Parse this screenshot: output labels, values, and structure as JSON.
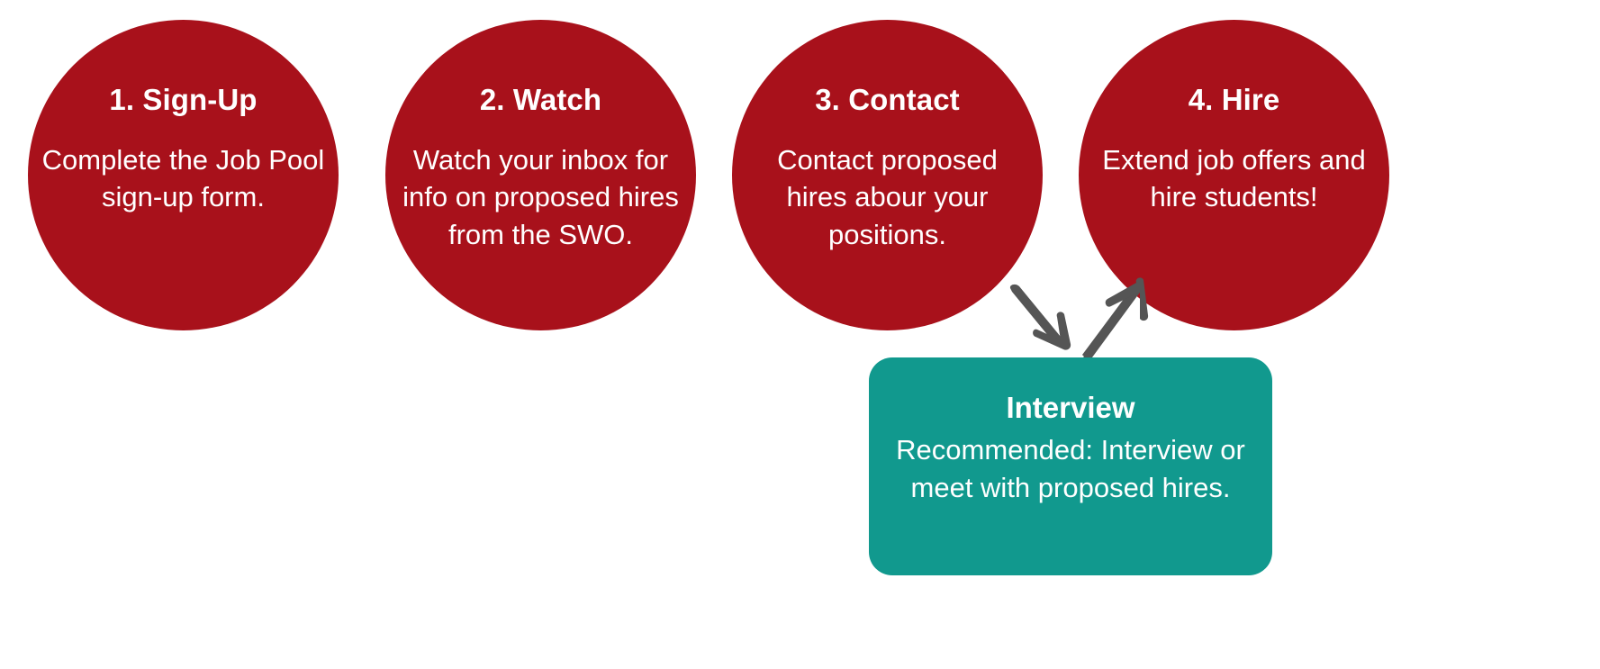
{
  "theme": {
    "background": "#ffffff",
    "circle_color": "#a8111b",
    "card_color": "#11998e",
    "arrow_color": "#555555",
    "text_color": "#ffffff"
  },
  "steps": [
    {
      "title": "1. Sign-Up",
      "body": "Complete the Job Pool sign-up form."
    },
    {
      "title": "2. Watch",
      "body": "Watch your inbox for info on proposed hires from the SWO."
    },
    {
      "title": "3. Contact",
      "body": "Contact proposed hires abour your positions."
    },
    {
      "title": "4. Hire",
      "body": "Extend job offers and hire students!"
    }
  ],
  "interview": {
    "title": "Interview",
    "body": "Recommended: Interview or meet with proposed hires."
  },
  "arrows": [
    {
      "name": "arrow-contact-to-interview",
      "direction": "down-right"
    },
    {
      "name": "arrow-interview-to-hire",
      "direction": "up-right"
    }
  ]
}
